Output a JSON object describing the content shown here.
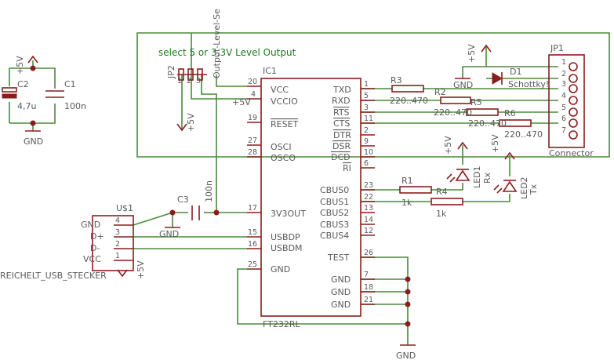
{
  "title": "select 5 or 3.3V Level Output",
  "jp2_label": "Output-Level-Se",
  "ic1": {
    "ref": "IC1",
    "name": "FT232RL",
    "left_pins": [
      {
        "num": "20",
        "name": "VCC"
      },
      {
        "num": "4",
        "name": "VCCIO"
      },
      {
        "num": "19",
        "name": "RESET"
      },
      {
        "num": "27",
        "name": "OSCI"
      },
      {
        "num": "28",
        "name": "OSCO"
      },
      {
        "num": "17",
        "name": "3V3OUT"
      },
      {
        "num": "15",
        "name": "USBDP"
      },
      {
        "num": "16",
        "name": "USBDM"
      },
      {
        "num": "25",
        "name": "GND"
      }
    ],
    "right_pins": [
      {
        "num": "1",
        "name": "TXD"
      },
      {
        "num": "5",
        "name": "RXD"
      },
      {
        "num": "3",
        "name": "RTS"
      },
      {
        "num": "11",
        "name": "CTS"
      },
      {
        "num": "2",
        "name": "DTR"
      },
      {
        "num": "9",
        "name": "DSR"
      },
      {
        "num": "10",
        "name": "DCD"
      },
      {
        "num": "6",
        "name": "RI"
      },
      {
        "num": "23",
        "name": "CBUS0"
      },
      {
        "num": "22",
        "name": "CBUS1"
      },
      {
        "num": "13",
        "name": "CBUS2"
      },
      {
        "num": "14",
        "name": "CBUS3"
      },
      {
        "num": "12",
        "name": "CBUS4"
      },
      {
        "num": "26",
        "name": "TEST"
      },
      {
        "num": "7",
        "name": "GND"
      },
      {
        "num": "18",
        "name": "GND"
      },
      {
        "num": "21",
        "name": "GND"
      }
    ]
  },
  "jp1": {
    "ref": "JP1",
    "name": "Connector",
    "pins": [
      "1",
      "2",
      "3",
      "4",
      "5",
      "6",
      "7"
    ]
  },
  "usb": {
    "ref": "U$1",
    "name": "REICHELT_USB_STECKER",
    "pins": [
      {
        "num": "4",
        "name": "GND"
      },
      {
        "num": "3",
        "name": "D+"
      },
      {
        "num": "2",
        "name": "D-"
      },
      {
        "num": "1",
        "name": "VCC"
      }
    ]
  },
  "jp2": {
    "ref": "JP2",
    "pins": [
      "1",
      "2",
      "3"
    ]
  },
  "parts": {
    "r1": {
      "ref": "R1",
      "value": "1k"
    },
    "r2": {
      "ref": "R2",
      "value": "220..470"
    },
    "r3": {
      "ref": "R3",
      "value": "220..470"
    },
    "r4": {
      "ref": "R4",
      "value": "1k"
    },
    "r5": {
      "ref": "R5",
      "value": "220..470"
    },
    "r6": {
      "ref": "R6",
      "value": "220..470"
    },
    "c1": {
      "ref": "C1",
      "value": "100n"
    },
    "c2": {
      "ref": "C2",
      "value": "4,7u"
    },
    "c3": {
      "ref": "C3",
      "value": "100n"
    },
    "d1": {
      "ref": "D1",
      "value": "Schottky!"
    },
    "led1": {
      "ref": "LED1",
      "value": "Rx"
    },
    "led2": {
      "ref": "LED2",
      "value": "Tx"
    }
  },
  "supply": {
    "vcc": "+5V",
    "gnd": "GND"
  },
  "colors": {
    "net": "#4a8a3a",
    "symbol": "#8a1d1d",
    "label": "#5a5a5a",
    "title": "#1e7a1e"
  }
}
